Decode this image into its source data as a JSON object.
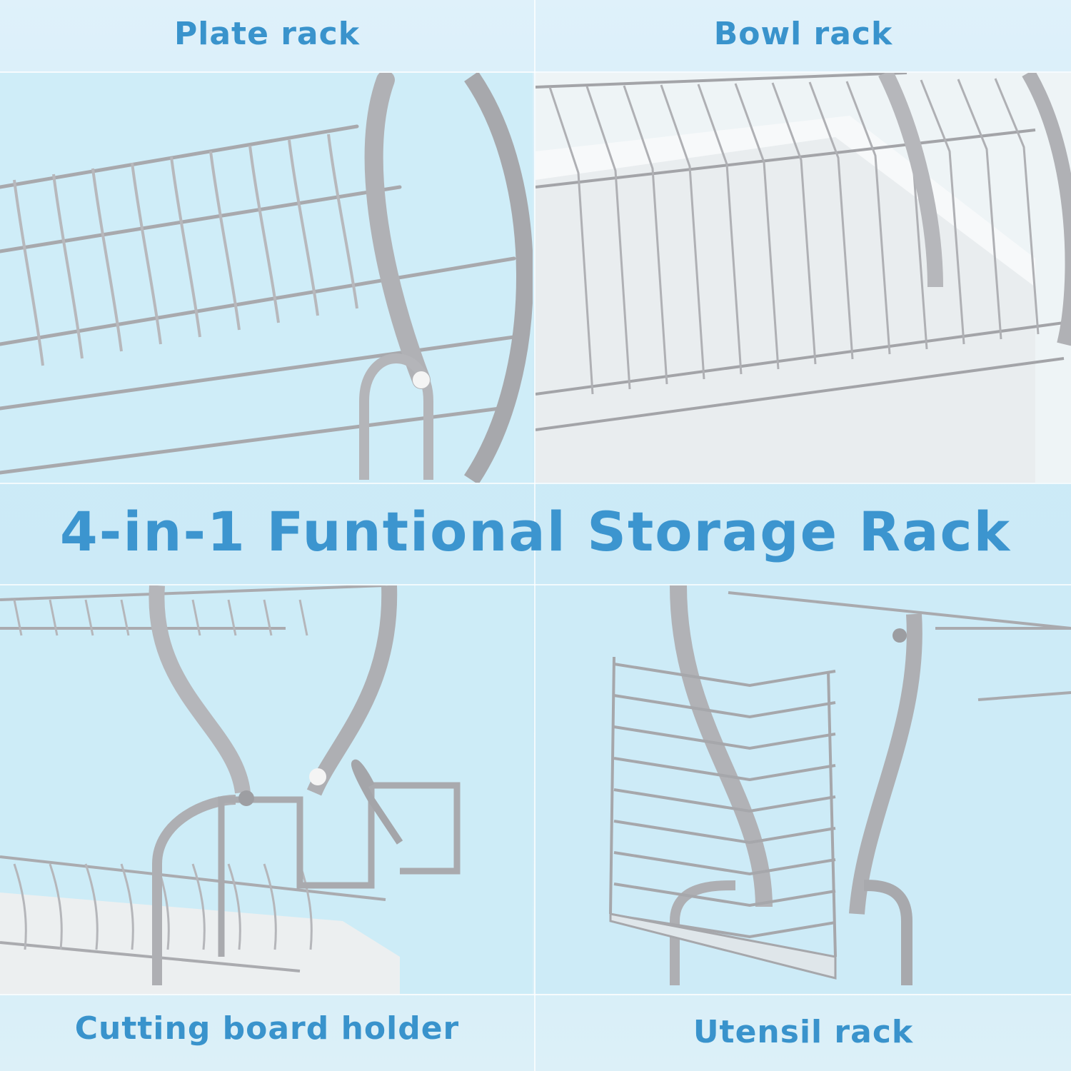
{
  "title": "4-in-1 Funtional Storage Rack",
  "panels": {
    "plate": {
      "label": "Plate rack"
    },
    "bowl": {
      "label": "Bowl rack"
    },
    "cutting": {
      "label": "Cutting board holder"
    },
    "utensil": {
      "label": "Utensil rack"
    }
  },
  "colors": {
    "accent": "#3c95cf",
    "background": "#cdebf7",
    "steel": "#a9a9ad"
  }
}
